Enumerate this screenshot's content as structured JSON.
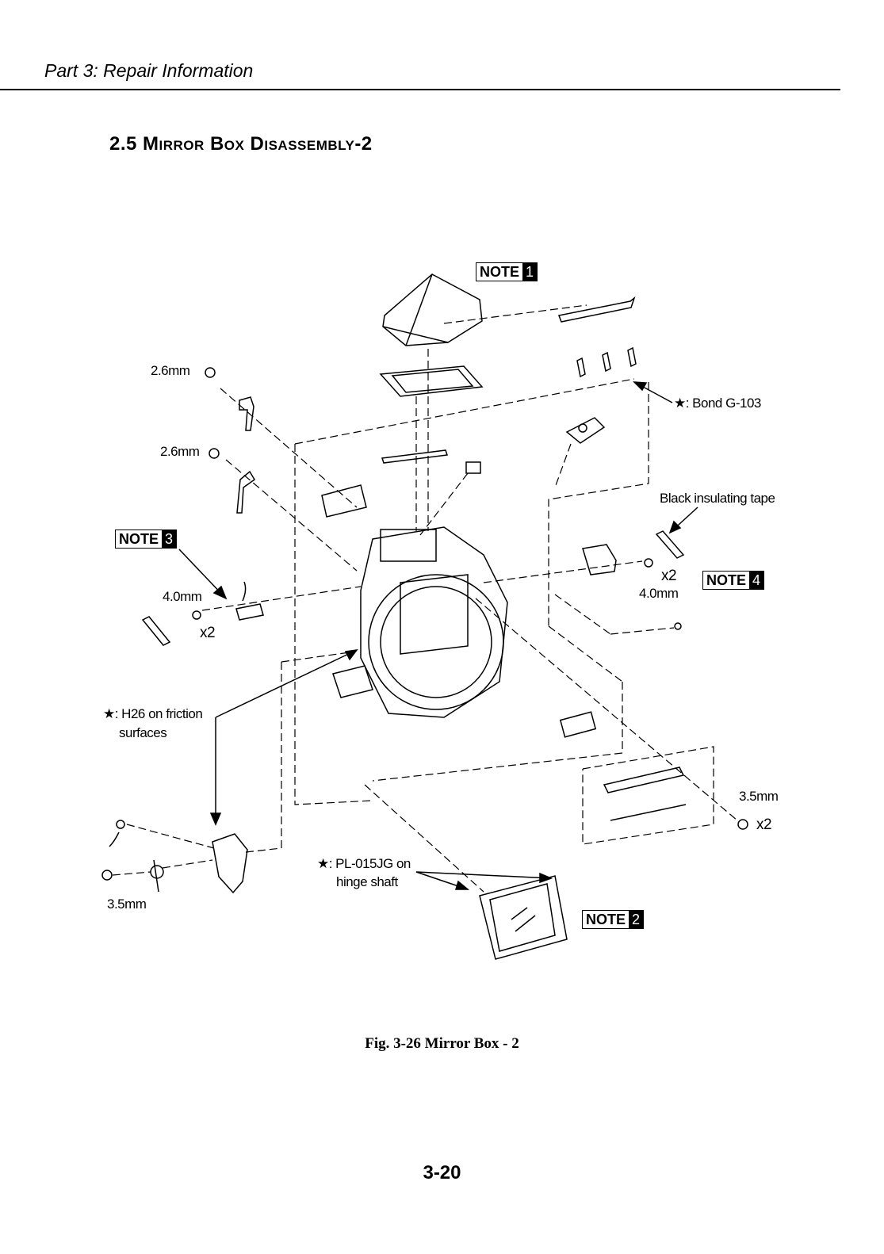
{
  "header": {
    "text": "Part 3: Repair Information"
  },
  "section": {
    "title": "2.5 Mirror Box Disassembly-2"
  },
  "notes": [
    {
      "text": "NOTE",
      "num": "1"
    },
    {
      "text": "NOTE",
      "num": "2"
    },
    {
      "text": "NOTE",
      "num": "3"
    },
    {
      "text": "NOTE",
      "num": "4"
    }
  ],
  "labels": {
    "screw_26_a": "2.6mm",
    "screw_26_b": "2.6mm",
    "bond": "★: Bond G-103",
    "tape": "Black insulating tape",
    "screw_40_left": "4.0mm",
    "x2_left": "x2",
    "x2_right": "x2",
    "screw_40_right": "4.0mm",
    "h26_line1": "★: H26 on friction",
    "h26_line2": "surfaces",
    "screw_35_right": "3.5mm",
    "x2_bottom_right": "x2",
    "pl_line1": "★: PL-015JG on",
    "pl_line2": "hinge shaft",
    "screw_35_left": "3.5mm"
  },
  "caption": "Fig. 3-26 Mirror Box - 2",
  "page_number": "3-20"
}
